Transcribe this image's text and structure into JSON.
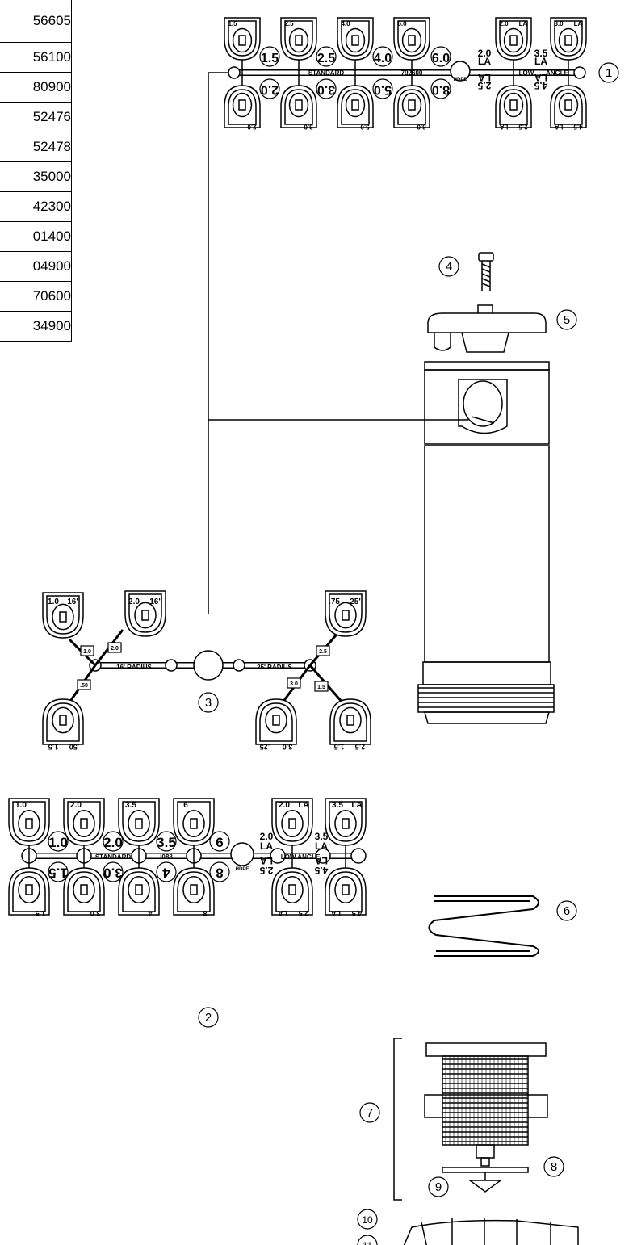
{
  "part_numbers": [
    "56605",
    "56100",
    "80900",
    "52476",
    "52478",
    "35000",
    "42300",
    "01400",
    "04900",
    "70600",
    "34900"
  ],
  "callouts": [
    "1",
    "2",
    "3",
    "4",
    "5",
    "6",
    "7",
    "8",
    "9",
    "10",
    "11"
  ],
  "nozzle_rack_standard": {
    "top_tabs": [
      "1.5",
      "2.5",
      "4.0",
      "6.0",
      "2.0",
      "3.0"
    ],
    "tab_suffix": "LA",
    "numbers_top": [
      "1.5",
      "2.5",
      "4.0",
      "6.0"
    ],
    "numbers_bottom": [
      "2.0",
      "3.0",
      "5.0",
      "8.0"
    ],
    "la_top": [
      "2.0",
      "3.5"
    ],
    "la_bottom": [
      "2.5",
      "4.5"
    ],
    "la": "LA",
    "bar_label_standard": "STANDARD",
    "bar_label_part": "792600",
    "bar_label_low": "LOW",
    "bar_label_angle": "ANGLE",
    "recycle_label": "HDPE",
    "bottom_tags": [
      "2.0",
      "3.0",
      "5.0",
      "8.0",
      "2.5",
      "4.5"
    ],
    "la_tag": "LA"
  },
  "nozzle_rack_ios": {
    "top_tabs": [
      "1.0",
      "2.0",
      "3.5",
      "6",
      "2.0",
      "3.5"
    ],
    "tab_suffix": "LA",
    "numbers_top": [
      "1.0",
      "2.0",
      "3.5",
      "6"
    ],
    "numbers_bottom": [
      "1.5",
      "3.0",
      "4",
      "8"
    ],
    "la_top": [
      "2.0",
      "3.5"
    ],
    "la_bottom": [
      "2.5",
      "4.5"
    ],
    "la": "LA",
    "bar_label_standard": "STANDARD",
    "bar_label_part": "I088",
    "bar_label_low": "LOW ANGLE",
    "recycle_label": "HDPE",
    "bottom_tags": [
      "1.5",
      "3.0",
      "4",
      "8",
      "2.5",
      "4.5"
    ],
    "la_tag": "LA"
  },
  "nozzle_rack_radius": {
    "top_left_1": "1.0",
    "top_left_2": "2.0",
    "top_right": ".75",
    "radius_16": "16'",
    "radius_25": "25'",
    "bar_label_16": "16' RADIUS",
    "bar_label_25": "25' RADIUS",
    "stem_labels": [
      "1.0",
      "2.0",
      ".50",
      "3.0",
      "2.5",
      "1.5"
    ],
    "bottom_tags": [
      ".50",
      "1.5",
      "3.0",
      ".25",
      "2.5",
      "1.5"
    ]
  }
}
